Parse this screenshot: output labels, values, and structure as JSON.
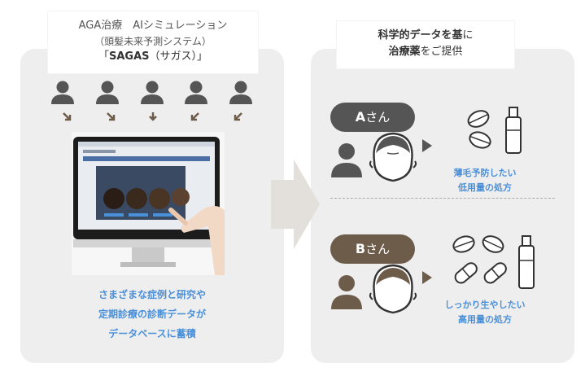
{
  "left": {
    "title_line1": "AGA治療　AIシミュレーション",
    "title_line2": "（頭髪未来予測システム）",
    "title_bracket_open": "「",
    "title_bold": "SAGAS",
    "title_rest": "（サガス）」",
    "desc_line1": "さまざまな症例と研究や",
    "desc_line2": "定期診療の診断データが",
    "desc_line3": "データベースに蓄積"
  },
  "right": {
    "title_line1_bold": "科学的データを基",
    "title_line1_rest": "に",
    "title_line2_bold": "治療薬",
    "title_line2_rest": "をご提供",
    "case_a_letter": "A",
    "case_a_suffix": "さん",
    "case_a_result_line1": "薄毛予防したい",
    "case_a_result_line2": "低用量の処方",
    "case_b_letter": "B",
    "case_b_suffix": "さん",
    "case_b_result_line1": "しっかり生やしたい",
    "case_b_result_line2": "高用量の処方"
  },
  "colors": {
    "panel_bg": "#eeeeee",
    "icon_gray": "#555555",
    "icon_brown": "#6e5c4a",
    "accent_blue": "#4a90d9"
  }
}
